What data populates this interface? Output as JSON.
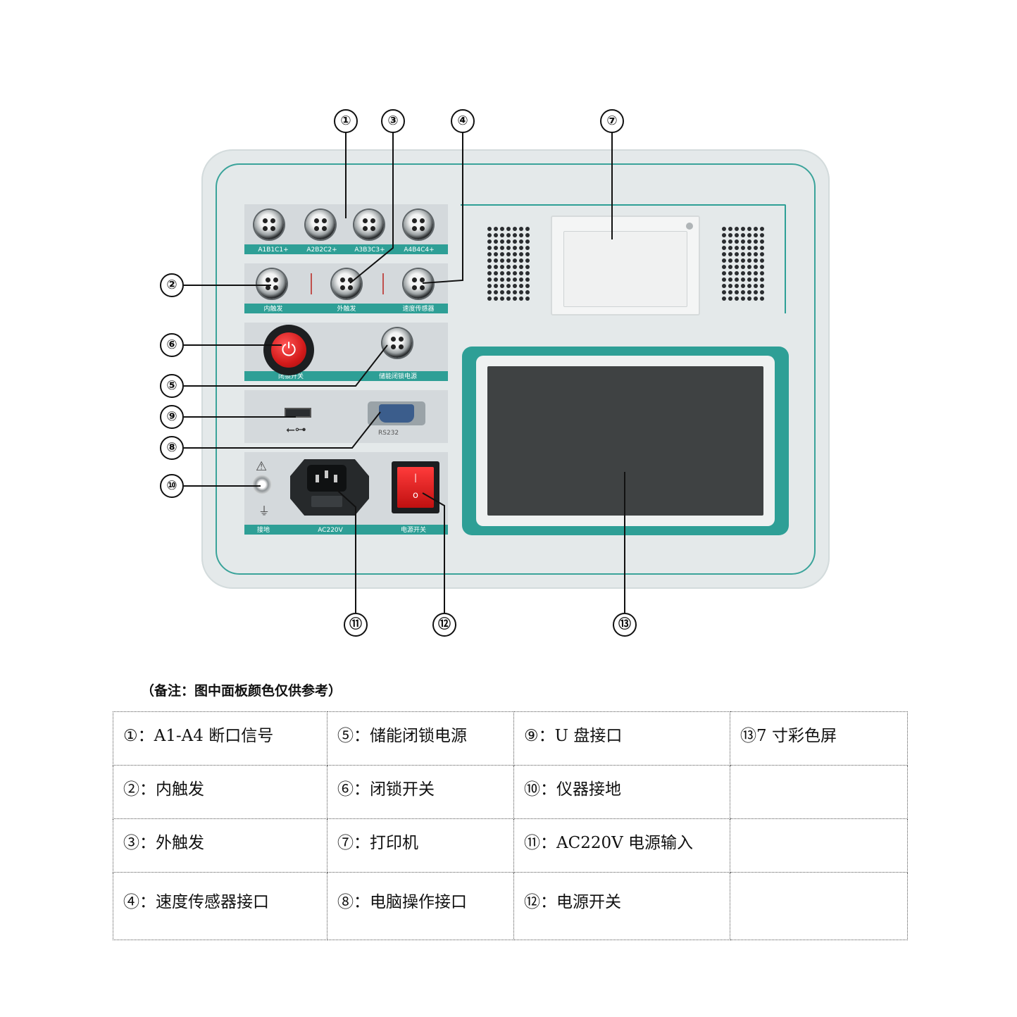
{
  "panel_labels": {
    "row1": [
      "A1B1C1+",
      "A2B2C2+",
      "A3B3C3+",
      "A4B4C4+"
    ],
    "row2": [
      "内触发",
      "外触发",
      "速度传感器"
    ],
    "row3": [
      "闭锁开关",
      "储能闭锁电源"
    ],
    "row4": [
      "RS232"
    ],
    "row5": [
      "接地",
      "AC220V",
      "电源开关"
    ]
  },
  "callouts": [
    "①",
    "②",
    "③",
    "④",
    "⑤",
    "⑥",
    "⑦",
    "⑧",
    "⑨",
    "⑩",
    "⑪",
    "⑫",
    "⑬"
  ],
  "note": "（备注：图中面板颜色仅供参考）",
  "legend": [
    [
      "①：A1-A4 断口信号",
      "⑤：储能闭锁电源",
      "⑨：U 盘接口",
      "⑬7 寸彩色屏"
    ],
    [
      "②：内触发",
      "⑥：闭锁开关",
      "⑩：仪器接地",
      ""
    ],
    [
      "③：外触发",
      "⑦：打印机",
      "⑪：AC220V  电源输入",
      ""
    ],
    [
      "④：速度传感器接口",
      "⑧：电脑操作接口",
      "⑫：电源开关",
      ""
    ]
  ],
  "colors": {
    "accent": "#2e9f96",
    "panel": "#e4e9ea",
    "power_red": "#d31a1a"
  },
  "icons": [
    "power-icon",
    "usb-icon",
    "warning-icon",
    "ground-icon"
  ]
}
